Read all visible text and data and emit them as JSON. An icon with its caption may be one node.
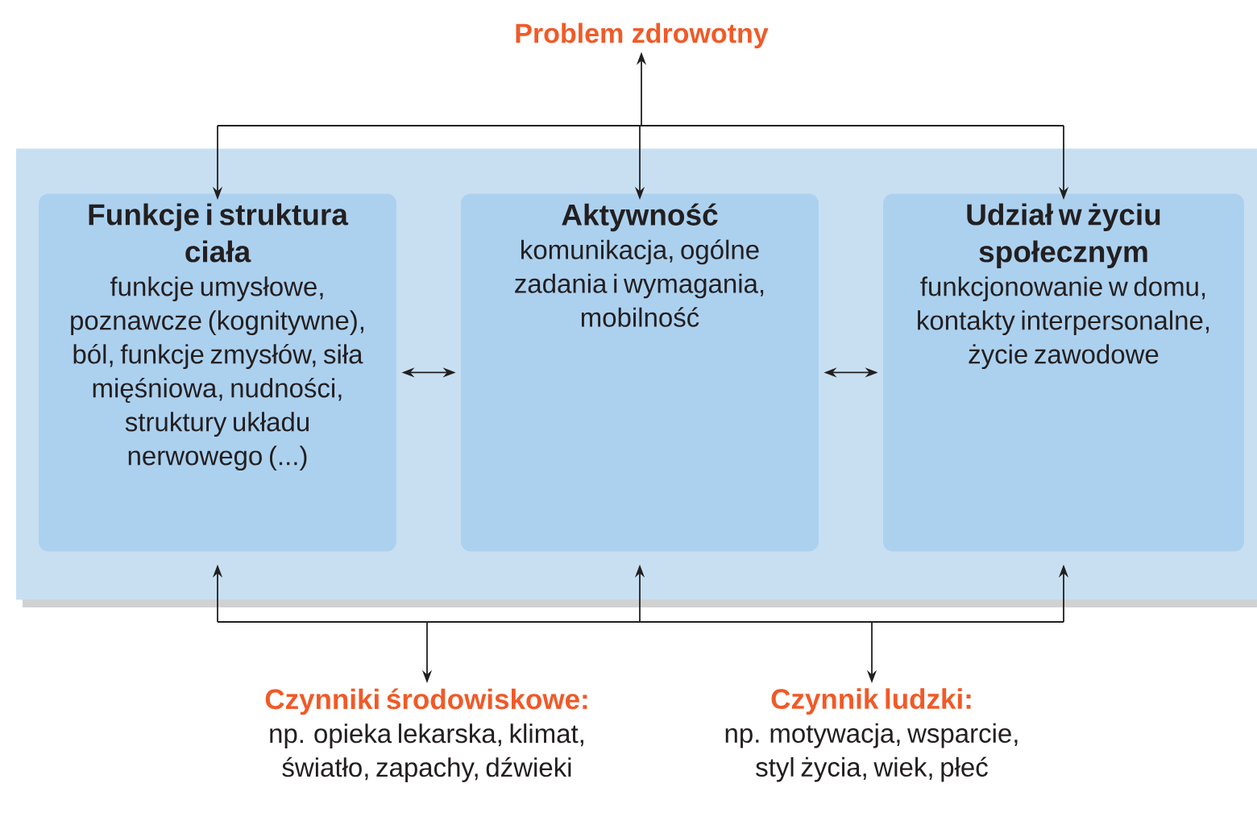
{
  "diagram": {
    "nodes": [
      {
        "text": [
          "Problem zdrowotny"
        ]
      },
      {
        "text": [],
        "shape": "box"
      },
      {
        "text": [
          "Funkcje i struktura ciała",
          "funkcje umysłowe, poznawcze (kognitywne), ból, funkcje zmysłów, siła mięśniowa, nudności, struktury układu nerwowego (...)"
        ],
        "in": 1
      },
      {
        "text": [
          "Aktywność",
          "komunikacja, ogólne zadania i wymagania, mobilność"
        ],
        "in": 1
      },
      {
        "text": [
          "Udział w życiu społecznym",
          "funkcjonowanie w domu, kontakty interpersonalne, życie zawodowe"
        ],
        "in": 1
      },
      {
        "text": [
          "Czynniki środowiskowe:",
          "np. opieka lekarska, klimat, światło, zapachy, dźwieki"
        ]
      },
      {
        "text": [
          "Czynnik ludzki:",
          "np. motywacja, wsparcie, styl życia, wiek, płeć"
        ]
      }
    ],
    "edges": [
      {
        "from": 0,
        "to": 2,
        "arrow": "both"
      },
      {
        "from": 0,
        "to": 3,
        "arrow": "both"
      },
      {
        "from": 0,
        "to": 4,
        "arrow": "both"
      },
      {
        "from": 2,
        "to": 3,
        "arrow": "both"
      },
      {
        "from": 3,
        "to": 4,
        "arrow": "both"
      },
      {
        "from": 5,
        "to": 2,
        "arrow": "both"
      },
      {
        "from": 5,
        "to": 3,
        "arrow": "both"
      },
      {
        "from": 5,
        "to": 4,
        "arrow": "both"
      },
      {
        "from": 6,
        "to": 2,
        "arrow": "both"
      },
      {
        "from": 6,
        "to": 3,
        "arrow": "both"
      },
      {
        "from": 6,
        "to": 4,
        "arrow": "both"
      }
    ]
  }
}
